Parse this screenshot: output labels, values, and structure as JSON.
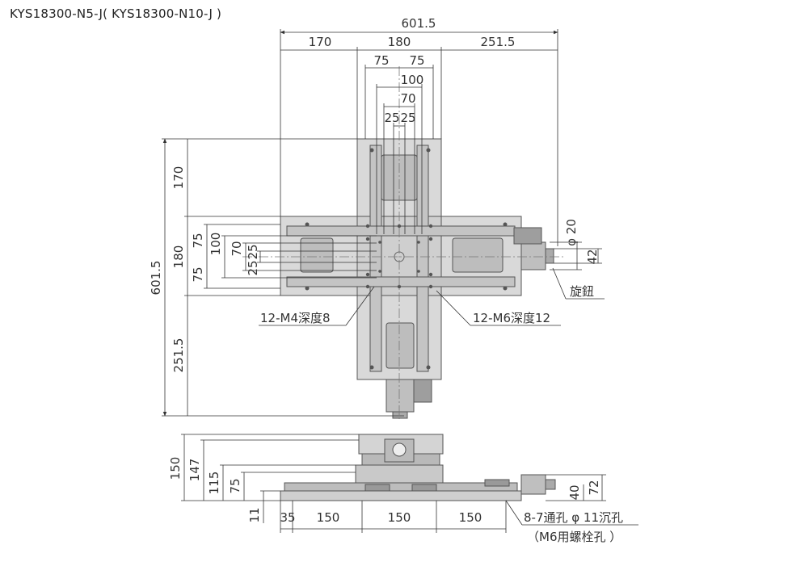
{
  "title": "KYS18300-N5-J( KYS18300-N10-J )",
  "top_view": {
    "overall_width": "601.5",
    "width_segments": [
      "170",
      "180",
      "251.5"
    ],
    "center_75_left": "75",
    "center_75_right": "75",
    "span_100": "100",
    "span_70": "70",
    "span_25_left": "25",
    "span_25_right": "25",
    "overall_height": "601.5",
    "height_segments": [
      "170",
      "180",
      "251.5"
    ],
    "left_75_top": "75",
    "left_75_bottom": "75",
    "left_100": "100",
    "left_70": "70",
    "left_25_top": "25",
    "left_25_bottom": "25",
    "knob_dia": "φ 20",
    "knob_height": "42",
    "knob_label": "旋鈕",
    "hole_m4": "12-M4深度8",
    "hole_m6": "12-M6深度12"
  },
  "side_view": {
    "h150": "150",
    "h147": "147",
    "h115": "115",
    "h75": "75",
    "h11": "11",
    "h40": "40",
    "h72": "72",
    "base_35": "35",
    "pitch_1": "150",
    "pitch_2": "150",
    "pitch_3": "150",
    "through_hole": "8-7通孔 φ 11沉孔",
    "through_hole_sub": "（M6用螺栓孔 ）"
  }
}
